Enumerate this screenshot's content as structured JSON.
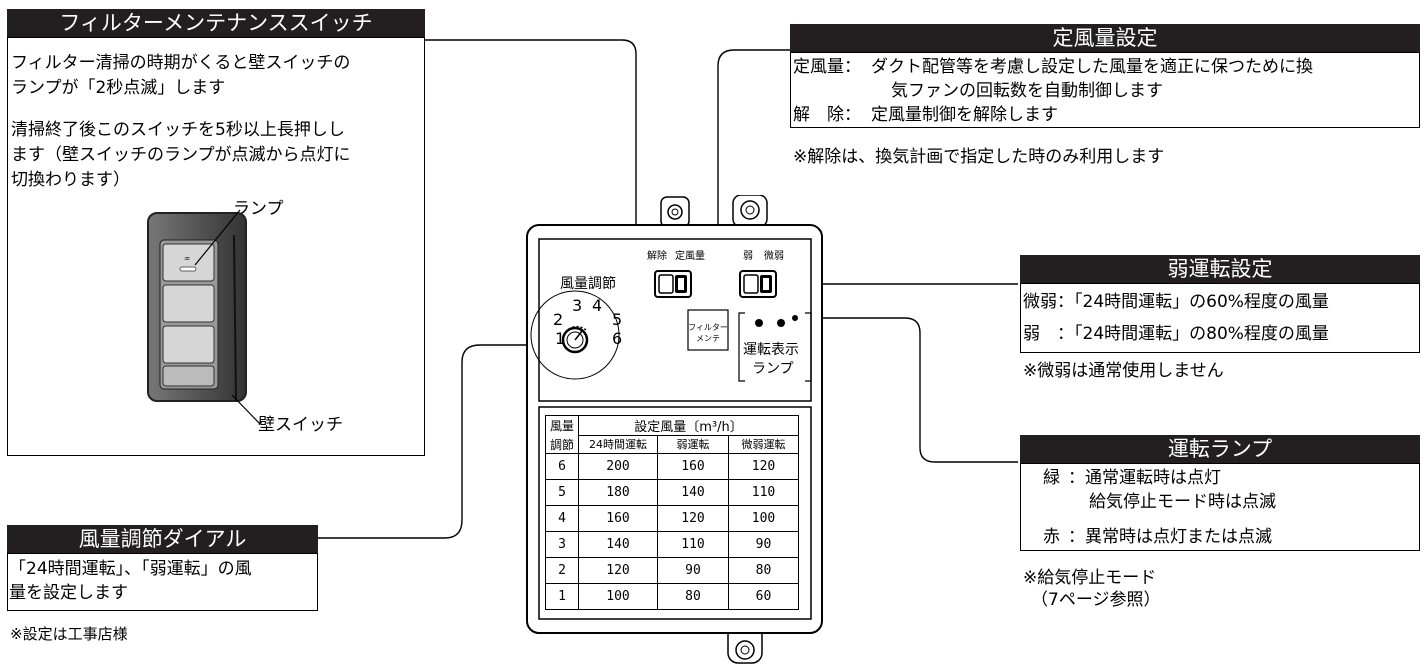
{
  "filter_switch": {
    "title": "フィルターメンテナンススイッチ",
    "desc1_l1": "フィルター清掃の時期がくると壁スイッチの",
    "desc1_l2": "ランプが「2秒点滅」します",
    "desc2_l1": "清掃終了後このスイッチを5秒以上長押しし",
    "desc2_l2": "ます（壁スイッチのランプが点滅から点灯に",
    "desc2_l3": "切換わります）",
    "lamp_label": "ランプ",
    "wall_switch_label": "壁スイッチ"
  },
  "constant_airflow": {
    "title": "定風量設定",
    "row1_key": "定風量：",
    "row1_text_l1": "ダクト配管等を考慮し設定した風量を適正に保つために換",
    "row1_text_l2": "気ファンの回転数を自動制御します",
    "row2_key": "解　除：",
    "row2_text": "定風量制御を解除します",
    "note": "※解除は、換気計画で指定した時のみ利用します"
  },
  "weak_mode": {
    "title": "弱運転設定",
    "row1": "微弱：「24時間運転」の60%程度の風量",
    "row2": "弱　：「24時間運転」の80%程度の風量",
    "note": "※微弱は通常使用しません"
  },
  "run_lamp": {
    "title": "運転ランプ",
    "green_key": "緑",
    "green_l1": "：通常運転時は点灯",
    "green_l2": "給気停止モード時は点滅",
    "red_key": "赤",
    "red_l1": "：異常時は点灯または点滅",
    "note_l1": "※給気停止モード",
    "note_l2": "（7ページ参照）"
  },
  "dial": {
    "title": "風量調節ダイアル",
    "desc_l1": "「24時間運転」、「弱運転」の風",
    "desc_l2": "量を設定します",
    "note": "※設定は工事店様"
  },
  "unit": {
    "dial_label": "風量調節",
    "dial_numbers": [
      "1",
      "2",
      "3",
      "4",
      "5",
      "6"
    ],
    "switch1_left": "解除",
    "switch1_right": "定風量",
    "switch2_left": "弱",
    "switch2_right": "微弱",
    "filter_btn_l1": "フィルター",
    "filter_btn_l2": "メンテ",
    "lamp_l1": "運転表示",
    "lamp_l2": "ランプ"
  },
  "table": {
    "h_col0_l1": "風量",
    "h_col0_l2": "調節",
    "h_group": "設定風量〔m³/h〕",
    "h_c1": "24時間運転",
    "h_c2": "弱運転",
    "h_c3": "微弱運転",
    "rows": [
      [
        "6",
        "200",
        "160",
        "120"
      ],
      [
        "5",
        "180",
        "140",
        "110"
      ],
      [
        "4",
        "160",
        "120",
        "100"
      ],
      [
        "3",
        "140",
        "110",
        "90"
      ],
      [
        "2",
        "120",
        "90",
        "80"
      ],
      [
        "1",
        "100",
        "80",
        "60"
      ]
    ]
  }
}
